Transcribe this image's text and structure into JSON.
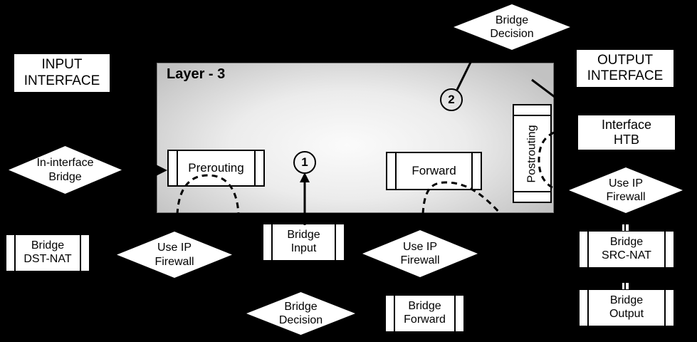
{
  "colors": {
    "background": "#000000",
    "node_fill": "#ffffff",
    "node_border": "#000000",
    "layer3_center": "#fbfbfb",
    "layer3_edge": "#c2c2c2"
  },
  "layer3": {
    "title": "Layer - 3"
  },
  "markers": {
    "step1": "1",
    "step2": "2"
  },
  "nodes": {
    "input_interface": "INPUT\nINTERFACE",
    "output_interface": "OUTPUT\nINTERFACE",
    "interface_htb": "Interface\nHTB",
    "in_interface_bridge": "In-interface\nBridge",
    "bridge_decision": "Bridge\nDecision",
    "use_ip_firewall": "Use IP\nFirewall",
    "prerouting": "Prerouting",
    "forward": "Forward",
    "postrouting": "Postrouting",
    "bridge_input": "Bridge\nInput",
    "bridge_dst_nat": "Bridge\nDST-NAT",
    "bridge_src_nat": "Bridge\nSRC-NAT",
    "bridge_forward": "Bridge\nForward",
    "bridge_output": "Bridge\nOutput"
  }
}
